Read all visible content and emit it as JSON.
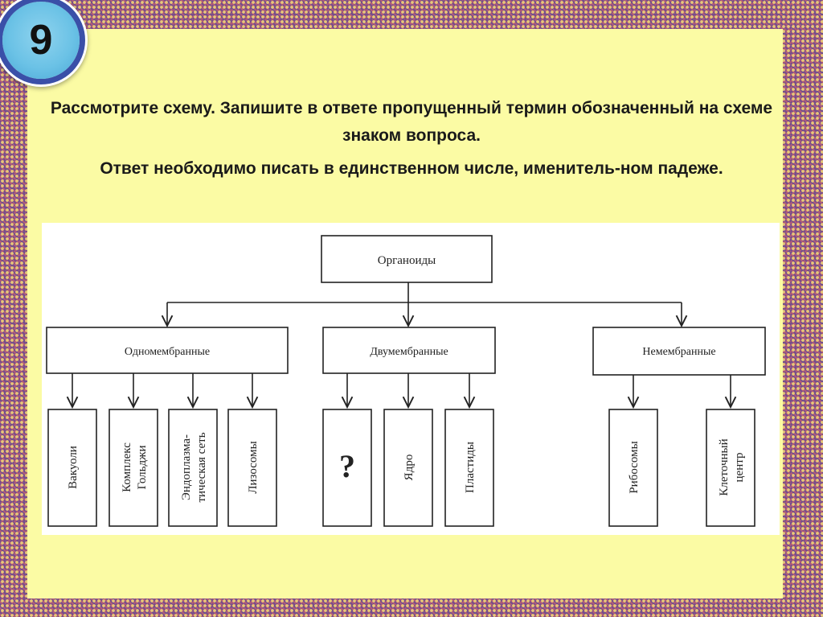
{
  "badge": {
    "number": "9"
  },
  "question": {
    "line1": "Рассмотрите схему. Запишите в ответе пропущенный термин обозначенный на схеме знаком вопроса.",
    "line2": "Ответ необходимо писать в единственном числе, именитель-ном падеже."
  },
  "diagram": {
    "root": "Органоиды",
    "groups": [
      {
        "label": "Одномембранные"
      },
      {
        "label": "Двумембранные"
      },
      {
        "label": "Немембранные"
      }
    ],
    "leaves": [
      {
        "line1": "Вакуоли",
        "line2": ""
      },
      {
        "line1": "Комплекс",
        "line2": "Гольджи"
      },
      {
        "line1": "Эндоплазма-",
        "line2": "тическая сеть"
      },
      {
        "line1": "Лизосомы",
        "line2": ""
      },
      {
        "line1": "?",
        "line2": ""
      },
      {
        "line1": "Ядро",
        "line2": ""
      },
      {
        "line1": "Пластиды",
        "line2": ""
      },
      {
        "line1": "Рибосомы",
        "line2": ""
      },
      {
        "line1": "Клеточный",
        "line2": "центр"
      }
    ]
  }
}
